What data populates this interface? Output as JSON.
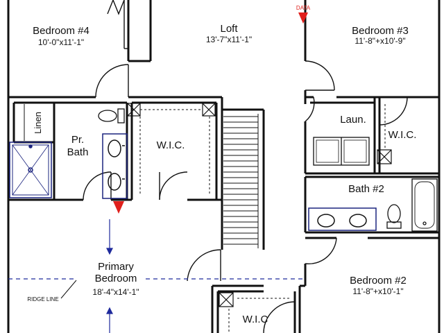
{
  "rooms": {
    "bedroom4": {
      "name": "Bedroom #4",
      "dims": "10'-0\"x11'-1\""
    },
    "loft": {
      "name": "Loft",
      "dims": "13'-7\"x11'-1\""
    },
    "bedroom3": {
      "name": "Bedroom #3",
      "dims": "11'-8\"+x10'-9\""
    },
    "linen": {
      "name": "Linen"
    },
    "pr_bath": {
      "name_line1": "Pr.",
      "name_line2": "Bath"
    },
    "wic_primary": {
      "name": "W.I.C."
    },
    "laundry": {
      "name": "Laun."
    },
    "wic_bed3": {
      "name": "W.I.C."
    },
    "bath2": {
      "name": "Bath #2"
    },
    "primary": {
      "name_line1": "Primary",
      "name_line2": "Bedroom",
      "dims": "18'-4\"x14'-1\""
    },
    "bedroom2": {
      "name": "Bedroom #2",
      "dims": "11'-8\"+x10'-1\""
    },
    "wic_bed2": {
      "name": "W.I.C"
    }
  },
  "annotations": {
    "ridge_line": "RIDGE LINE",
    "data_marker": "DATA"
  },
  "colors": {
    "wall": "#111111",
    "fixture_blue": "#1a237e",
    "dash_blue": "#1f2a9c",
    "marker_red": "#e0201c"
  }
}
